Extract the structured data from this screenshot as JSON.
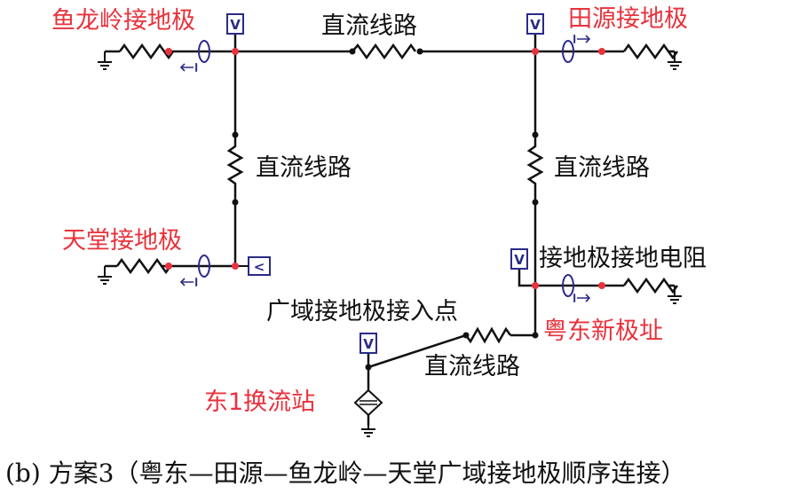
{
  "labels": {
    "yulongling": "鱼龙岭接地极",
    "tianyuan": "田源接地极",
    "tiantang": "天堂接地极",
    "dc_line_top": "直流线路",
    "dc_line_left": "直流线路",
    "dc_line_right": "直流线路",
    "dc_line_bottom": "直流线路",
    "grounding_resistance": "接地极接地电阻",
    "wide_area_access": "广域接地极接入点",
    "yuedong_site": "粤东新极址",
    "dong1_station": "东1换流站"
  },
  "meter_glyphs": {
    "voltage": "V",
    "voltage_left": "<",
    "current": "I"
  },
  "caption": "(b) 方案3（粤东—田源—鱼龙岭—天堂广域接地极顺序连接）",
  "colors": {
    "label_red": "#e8323c",
    "wire": "#111111",
    "node_red": "#e8323c",
    "meter_blue": "#2a2a88"
  }
}
